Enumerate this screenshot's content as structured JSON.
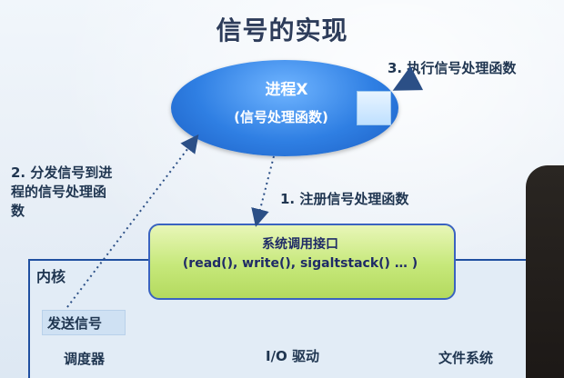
{
  "title": "信号的实现",
  "process": {
    "name": "进程X",
    "handler": "(信号处理函数)"
  },
  "steps": {
    "step1": "1. 注册信号处理函数",
    "step2_lines": [
      "2. 分发信号到进",
      "程的信号处理函",
      "数"
    ],
    "step3": "3. 执行信号处理函数"
  },
  "syscall": {
    "title": "系统调用接口",
    "examples": "(read(), write(), sigaltstack() … )"
  },
  "kernel": {
    "label": "内核",
    "send_signal": "发送信号",
    "modules": [
      "调度器",
      "I/O 驱动",
      "文件系统"
    ]
  },
  "colors": {
    "ellipse": "#2f7fe3",
    "syscall_fill": "#c6e87a",
    "border_blue": "#1f4fa0",
    "arrow": "#2b4f86"
  }
}
